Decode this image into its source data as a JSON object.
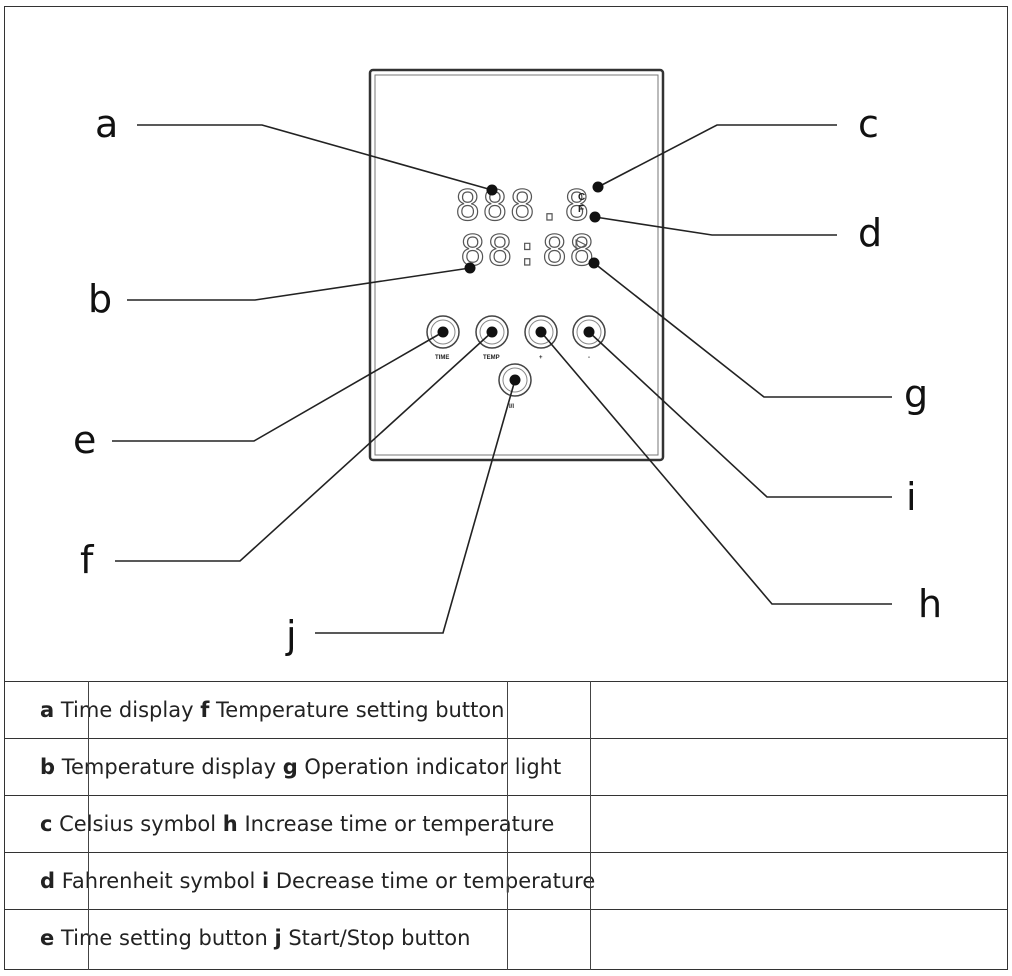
{
  "callouts": {
    "a": "a",
    "b": "b",
    "c": "c",
    "d": "d",
    "e": "e",
    "f": "f",
    "g": "g",
    "h": "h",
    "i": "i",
    "j": "j"
  },
  "display": {
    "temperature_digits": "888.8",
    "time_digits": "88:88",
    "celsius_unit": "C",
    "fahrenheit_unit": "F"
  },
  "buttons": {
    "time": "TIME",
    "temp": "TEMP",
    "plus": "+",
    "minus": "-",
    "start_stop": "I/I"
  },
  "legend": [
    {
      "key1": "a",
      "text1": "Time display",
      "key2": "f",
      "text2": "Temperature setting button"
    },
    {
      "key1": "b",
      "text1": "Temperature display",
      "key2": "g",
      "text2": "Operation indicator light"
    },
    {
      "key1": "c",
      "text1": "Celsius symbol",
      "key2": "h",
      "text2": "Increase time or temperature"
    },
    {
      "key1": "d",
      "text1": "Fahrenheit symbol",
      "key2": "i",
      "text2": "Decrease time or temperature"
    },
    {
      "key1": "e",
      "text1": "Time setting button",
      "key2": "j",
      "text2": "Start/Stop button"
    }
  ]
}
